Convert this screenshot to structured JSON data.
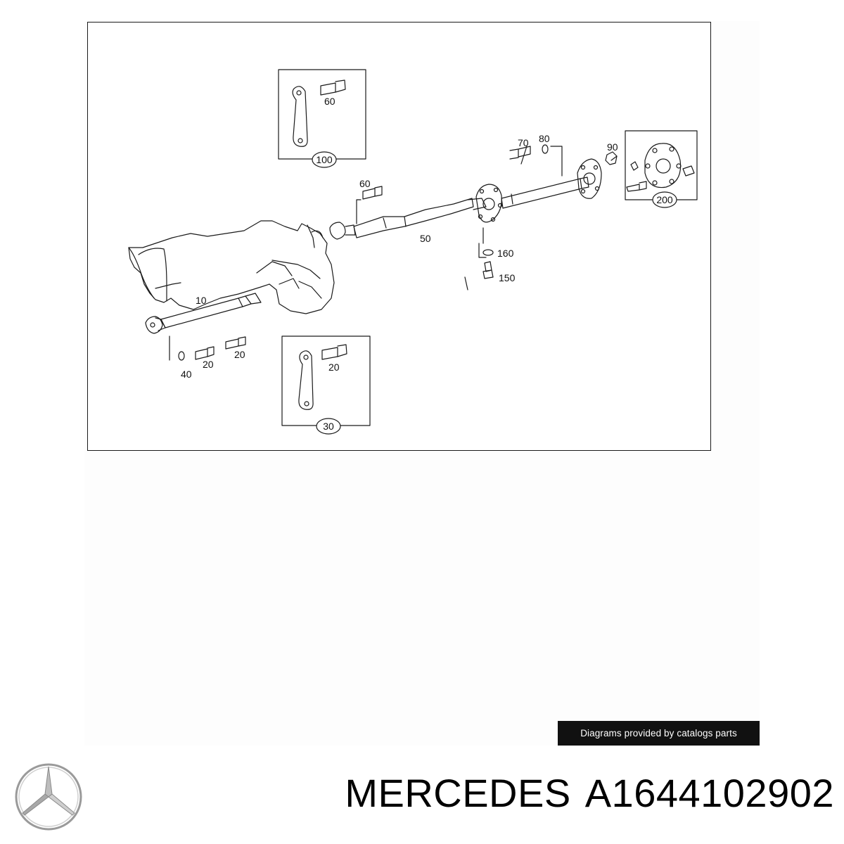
{
  "diagram": {
    "callouts": {
      "c10": "10",
      "c20a": "20",
      "c20b": "20",
      "c20c": "20",
      "c30": "30",
      "c40": "40",
      "c50": "50",
      "c60a": "60",
      "c60b": "60",
      "c70": "70",
      "c80": "80",
      "c90": "90",
      "c100": "100",
      "c150": "150",
      "c160": "160",
      "c200": "200"
    }
  },
  "credit": {
    "text": "Diagrams provided by catalogs parts"
  },
  "footer": {
    "brand": "MERCEDES",
    "part_number": "A1644102902"
  },
  "colors": {
    "line": "#1a1a1a",
    "badge_bg": "#111111",
    "badge_text": "#ffffff"
  }
}
